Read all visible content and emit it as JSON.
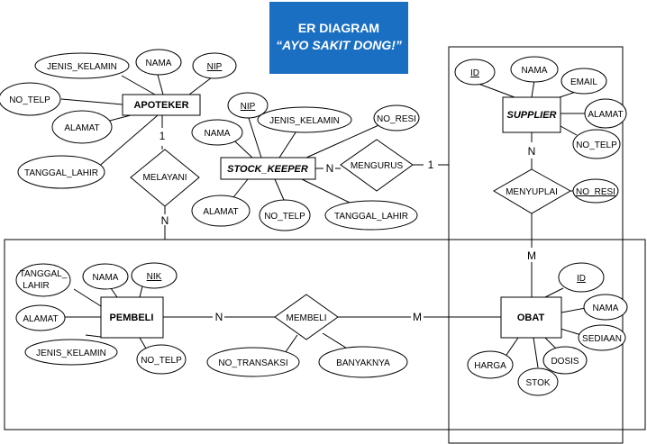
{
  "title": {
    "line1": "ER DIAGRAM",
    "line2": "“AYO SAKIT DONG!”"
  },
  "entities": {
    "apoteker": "APOTEKER",
    "stock_keeper": "STOCK_KEEPER",
    "supplier": "SUPPLIER",
    "pembeli": "PEMBELI",
    "obat": "OBAT"
  },
  "relationships": {
    "melayani": "MELAYANI",
    "mengurus": "MENGURUS",
    "menyuplai": "MENYUPLAI",
    "membeli": "MEMBELI"
  },
  "attributes": {
    "apoteker": {
      "jenis_kelamin": "JENIS_KELAMIN",
      "nama": "NAMA",
      "nip": "NIP",
      "no_telp": "NO_TELP",
      "alamat": "ALAMAT",
      "tanggal_lahir": "TANGGAL_LAHIR"
    },
    "stock_keeper": {
      "nip": "NIP",
      "jenis_kelamin": "JENIS_KELAMIN",
      "nama": "NAMA",
      "alamat": "ALAMAT",
      "no_telp": "NO_TELP",
      "tanggal_lahir": "TANGGAL_LAHIR"
    },
    "mengurus": {
      "no_resi": "NO_RESI"
    },
    "supplier": {
      "id": "ID",
      "nama": "NAMA",
      "email": "EMAIL",
      "alamat": "ALAMAT",
      "no_telp": "NO_TELP"
    },
    "menyuplai": {
      "no_resi": "NO_RESI"
    },
    "pembeli": {
      "tanggal_lahir_1": "TANGGAL_",
      "tanggal_lahir_2": "LAHIR",
      "nama": "NAMA",
      "nik": "NIK",
      "alamat": "ALAMAT",
      "jenis_kelamin": "JENIS_KELAMIN",
      "no_telp": "NO_TELP"
    },
    "membeli": {
      "no_transaksi": "NO_TRANSAKSI",
      "banyaknya": "BANYAKNYA"
    },
    "obat": {
      "id": "ID",
      "nama": "NAMA",
      "sediaan": "SEDIAAN",
      "harga": "HARGA",
      "dosis": "DOSIS",
      "stok": "STOK"
    }
  },
  "cardinalities": {
    "apoteker_melayani": "1",
    "melayani_pembeli": "N",
    "stock_keeper_mengurus": "N",
    "mengurus_supplier": "1",
    "supplier_menyuplai": "N",
    "menyuplai_obat": "M",
    "pembeli_membeli": "N",
    "membeli_obat": "M"
  }
}
